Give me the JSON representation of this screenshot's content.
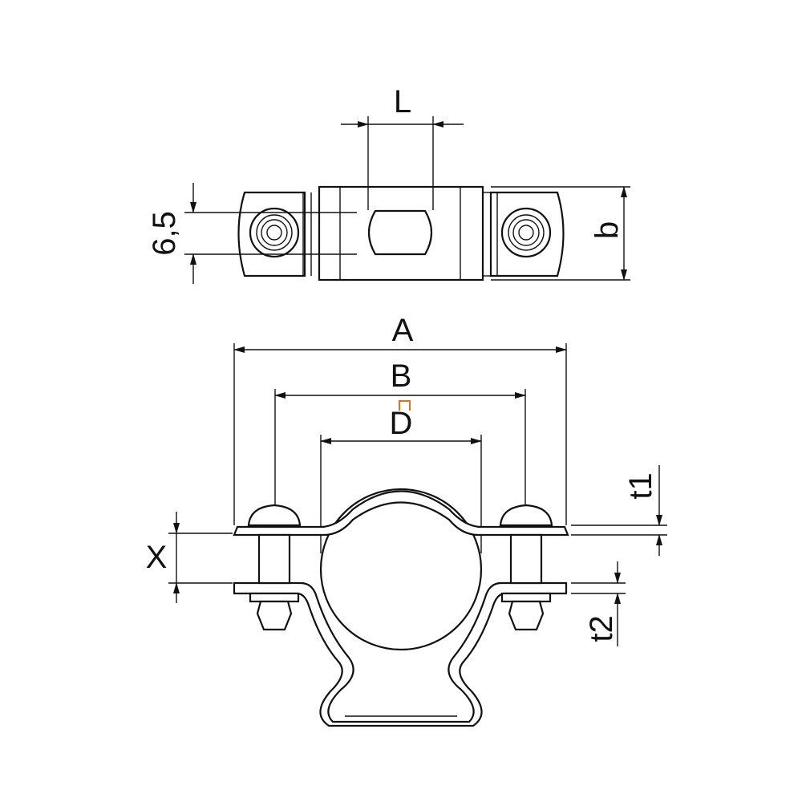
{
  "labels": {
    "L": "L",
    "six_five": "6,5",
    "b": "b",
    "A": "A",
    "B": "B",
    "D": "D",
    "t1": "t1",
    "X": "X",
    "t2": "t2"
  },
  "colors": {
    "line": "#111111",
    "marker": "#e07020"
  }
}
